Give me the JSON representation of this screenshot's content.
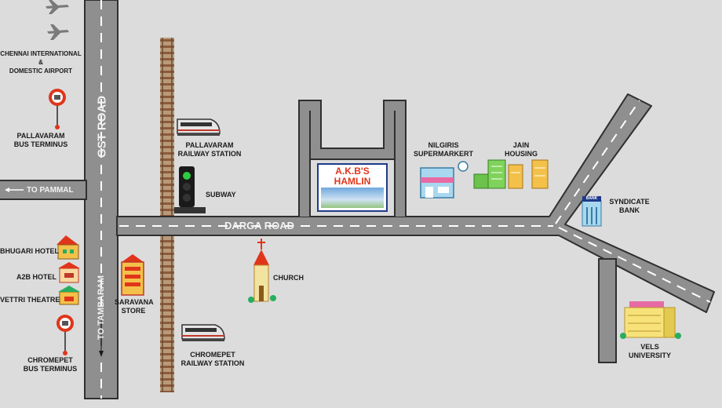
{
  "roads": {
    "gst_road": "GST ROAD",
    "to_tambaram": "TO TAMBARAM",
    "to_pammal": "TO PAMMAL",
    "darga_road": "DARGA ROAD"
  },
  "landmarks": {
    "airport": "CHENNAI  INTERNATIONAL\n&\nDOMESTIC AIRPORT",
    "pallavaram_bus": "PALLAVARAM\nBUS TERMINUS",
    "pallavaram_rail": "PALLAVARAM\nRAILWAY STATION",
    "subway": "SUBWAY",
    "bhugari_hotel": "BHUGARI HOTEL",
    "a2b_hotel": "A2B HOTEL",
    "vettri_theatre": "VETTRI THEATRE",
    "chromepet_bus": "CHROMEPET\nBUS TERMINUS",
    "saravana_store": "SARAVANA\nSTORE",
    "chromepet_rail": "CHROMEPET\nRAILWAY STATION",
    "church": "CHURCH",
    "nilgiris": "NILGIRIS\nSUPERMARKERT",
    "jain_housing": "JAIN\nHOUSING",
    "syndicate_bank": "SYNDICATE\nBANK",
    "vels_university": "VELS\nUNIVERSITY",
    "bank_sign": "BANK"
  },
  "project": {
    "name": "A.K.B'S\nHAMLIN"
  },
  "colors": {
    "road": "#8f8f8f",
    "road_border": "#2f2f2f",
    "lane": "#ffffff",
    "background": "#dcdcdc",
    "accent": "#e0351b",
    "sign_border": "#1e3a8a"
  },
  "icons": [
    "airplane-icon",
    "bus-stop-icon",
    "train-icon",
    "traffic-signal-icon",
    "hotel-icon",
    "store-icon",
    "church-icon",
    "supermarket-icon",
    "apartment-icon",
    "bank-icon",
    "university-icon"
  ]
}
